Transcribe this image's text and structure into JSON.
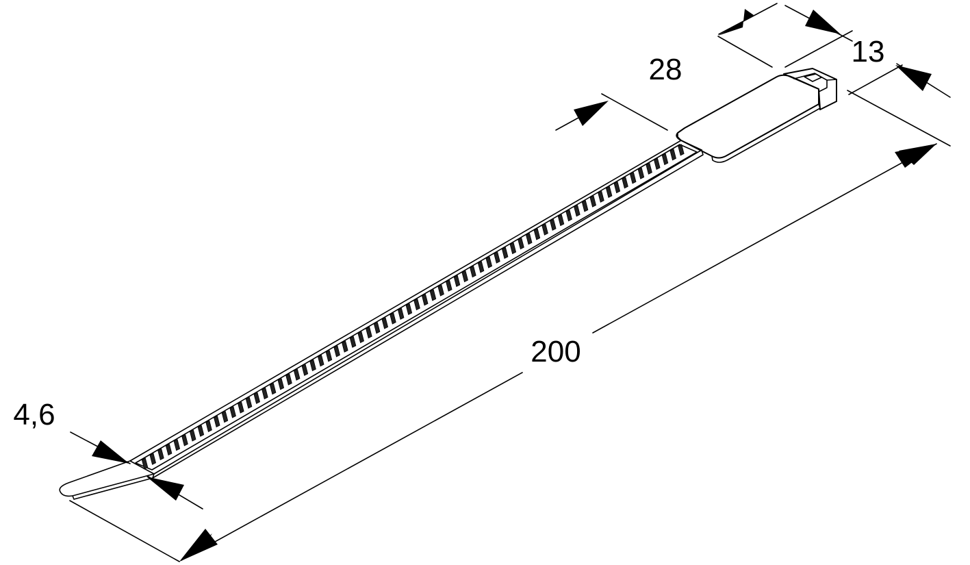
{
  "dimensions": {
    "total_length": "200",
    "head_length": "28",
    "head_width": "13",
    "strap_width": "4,6"
  },
  "colors": {
    "line": "#000000",
    "background": "#ffffff",
    "teeth": "#222222"
  }
}
